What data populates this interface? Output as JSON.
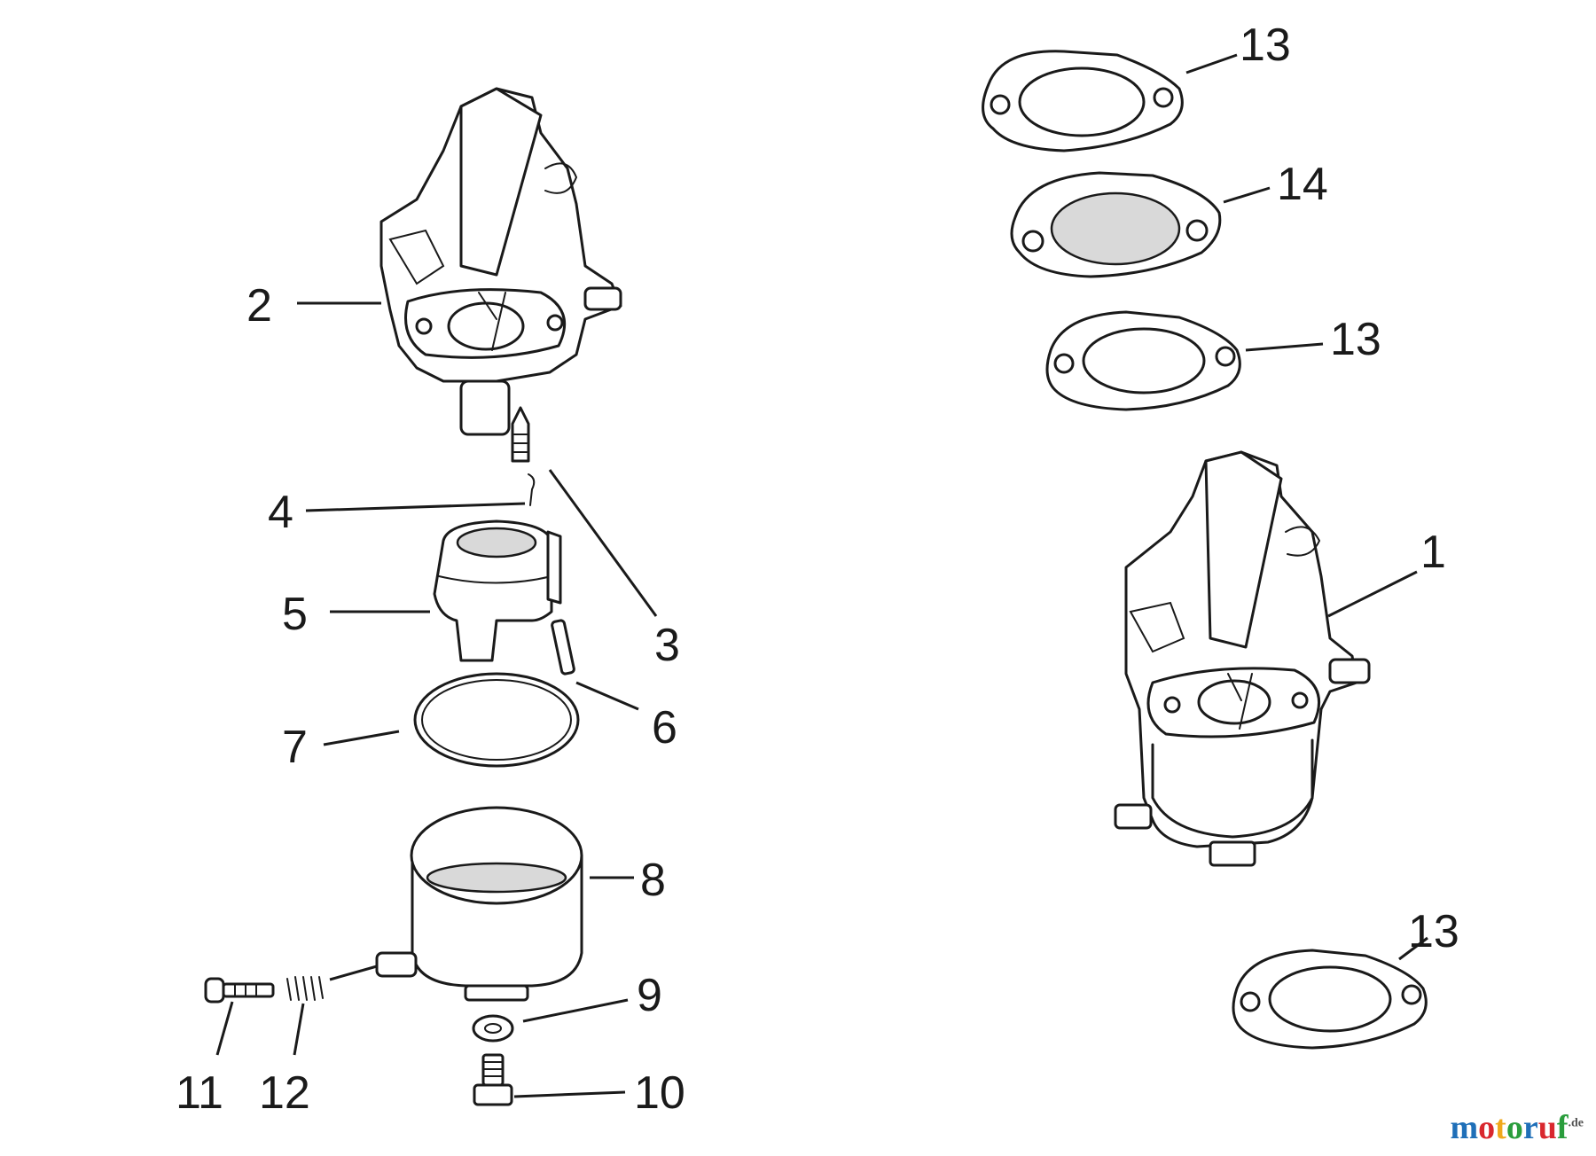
{
  "labels": {
    "p1": "1",
    "p2": "2",
    "p3": "3",
    "p4": "4",
    "p5": "5",
    "p6": "6",
    "p7": "7",
    "p8": "8",
    "p9": "9",
    "p10": "10",
    "p11": "11",
    "p12": "12",
    "p13a": "13",
    "p13b": "13",
    "p13c": "13",
    "p14": "14"
  },
  "watermark": {
    "text": "motoruf",
    "tld": ".de",
    "colors": [
      "#1f6fb8",
      "#d9272e",
      "#f0a81c",
      "#2a9d3c",
      "#1f6fb8",
      "#d9272e",
      "#2a9d3c"
    ]
  }
}
